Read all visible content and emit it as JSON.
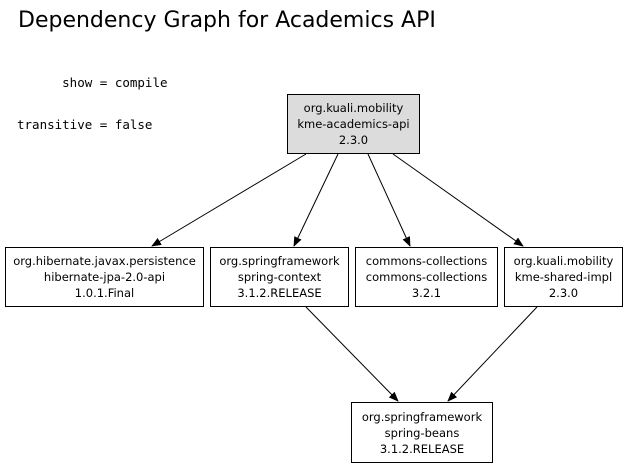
{
  "title": "Dependency Graph for Academics API",
  "settings": {
    "show_line": "      show = compile",
    "transitive_line": "transitive = false"
  },
  "nodes": {
    "root": {
      "group": "org.kuali.mobility",
      "artifact": "kme-academics-api",
      "version": "2.3.0"
    },
    "hibernate": {
      "group": "org.hibernate.javax.persistence",
      "artifact": "hibernate-jpa-2.0-api",
      "version": "1.0.1.Final"
    },
    "spring_context": {
      "group": "org.springframework",
      "artifact": "spring-context",
      "version": "3.1.2.RELEASE"
    },
    "commons": {
      "group": "commons-collections",
      "artifact": "commons-collections",
      "version": "3.2.1"
    },
    "shared": {
      "group": "org.kuali.mobility",
      "artifact": "kme-shared-impl",
      "version": "2.3.0"
    },
    "spring_beans": {
      "group": "org.springframework",
      "artifact": "spring-beans",
      "version": "3.1.2.RELEASE"
    }
  },
  "colors": {
    "root_fill": "#dcdcdc",
    "node_fill": "#ffffff",
    "stroke": "#000000"
  }
}
